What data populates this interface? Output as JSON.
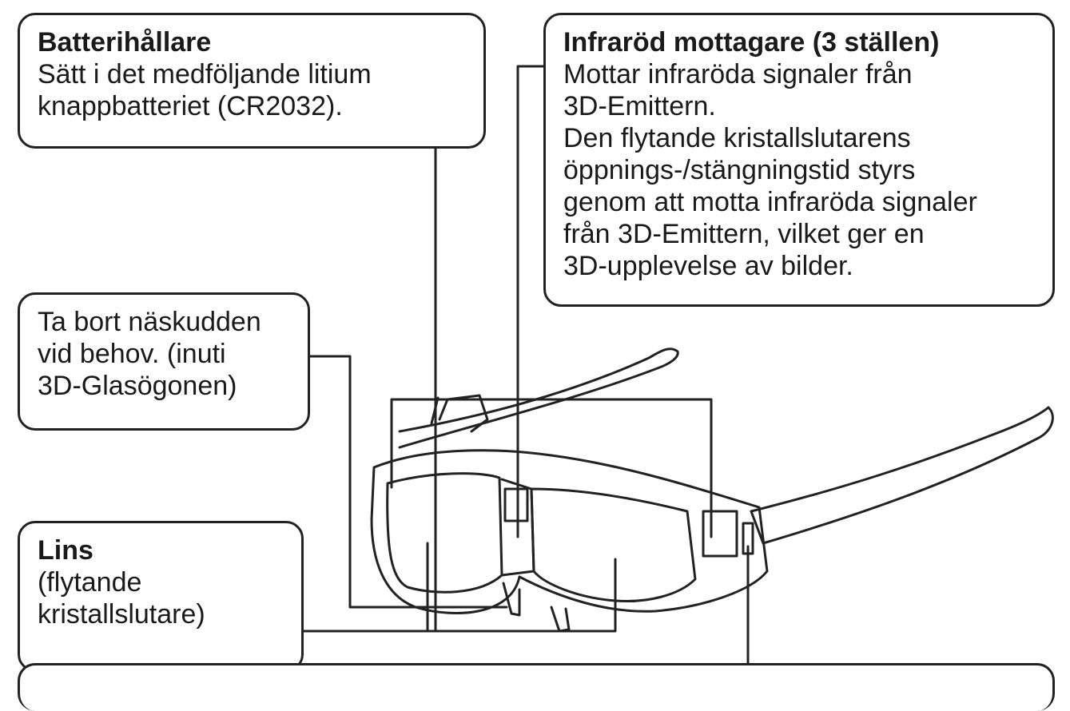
{
  "labels": {
    "battery_holder": {
      "title": "Batterihållare",
      "lines": [
        "Sätt i det medföljande litium",
        "knappbatteriet (CR2032)."
      ]
    },
    "infrared_receiver": {
      "title": "Infraröd mottagare (3 ställen)",
      "lines": [
        "Mottar infraröda signaler från",
        "3D-Emittern.",
        "Den flytande kristallslutarens",
        "öppnings-/stängningstid styrs",
        "genom att motta infraröda signaler",
        "från 3D-Emittern, vilket ger en",
        "3D-upplevelse av bilder."
      ]
    },
    "nose_pad": {
      "lines": [
        "Ta bort näskudden",
        "vid behov. (inuti",
        "3D-Glasögonen)"
      ]
    },
    "lens": {
      "title": "Lins",
      "lines": [
        "(flytande",
        "kristallslutare)"
      ]
    }
  }
}
